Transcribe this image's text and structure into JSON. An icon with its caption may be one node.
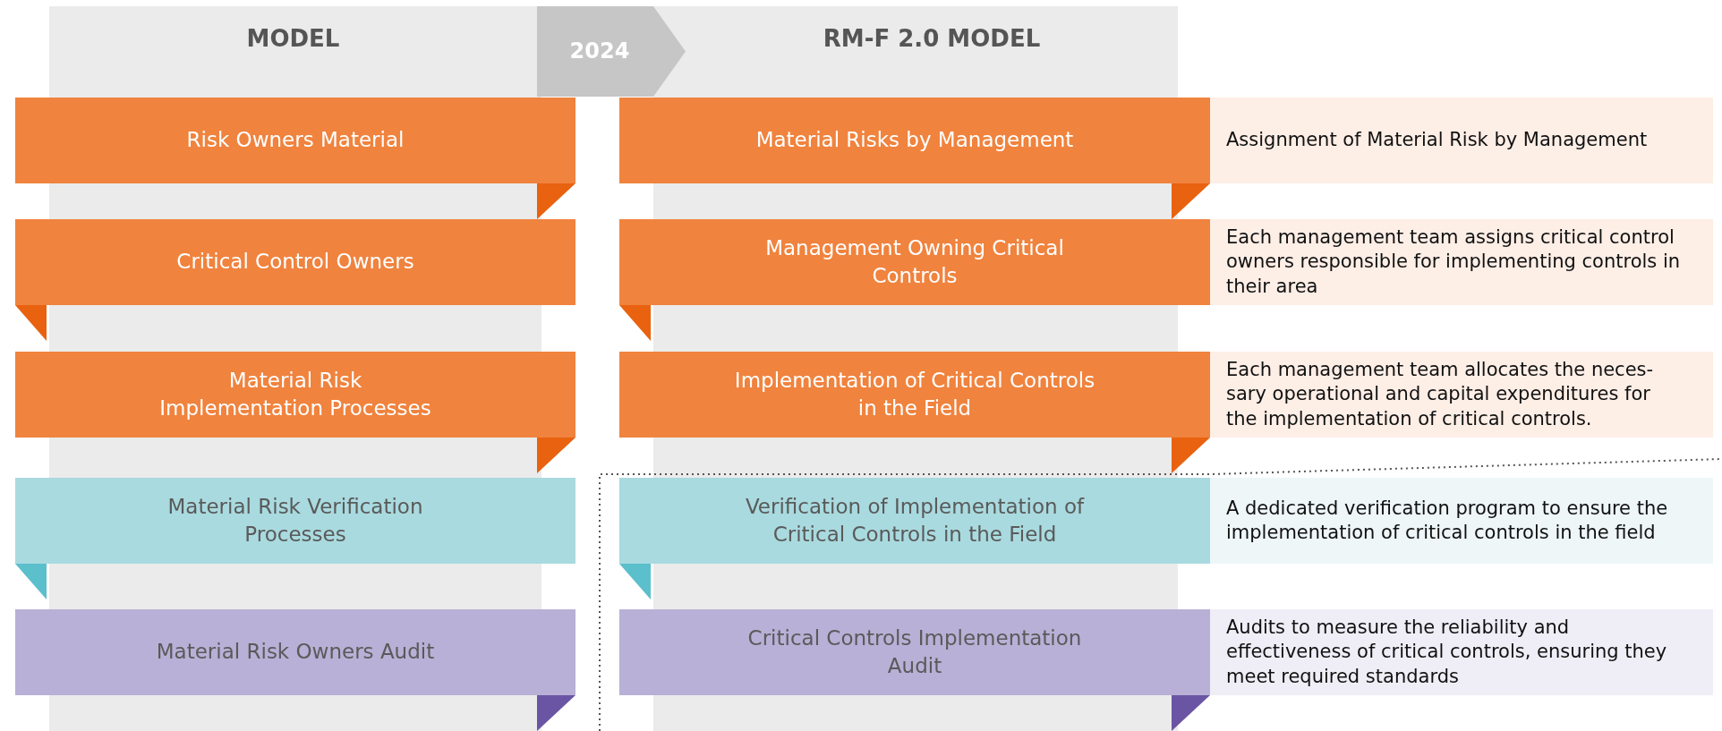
{
  "diagram": {
    "nodes": [
      {
        "text": [
          "MODEL"
        ]
      },
      {
        "text": [
          "RM-F 2.0 MODEL"
        ]
      },
      {
        "text": [
          "Risk Owners Material"
        ]
      },
      {
        "text": [
          "Material Risks by Management"
        ]
      },
      {
        "text": [
          "Assignment of Material Risk by Management"
        ]
      },
      {
        "text": [
          "Critical Control Owners"
        ]
      },
      {
        "text": [
          "Management Owning Critical Controls"
        ]
      },
      {
        "text": [
          "Each management team assigns critical control owners responsible for implementing controls in their area"
        ]
      },
      {
        "text": [
          "Material Risk Implementation Processes"
        ]
      },
      {
        "text": [
          "Implementation of Critical Controls in the Field"
        ]
      },
      {
        "text": [
          "Each management team allocates the neces-sary operational and capital expenditures for the implementation of critical controls."
        ]
      },
      {
        "text": [
          "Material Risk Verification Processes"
        ]
      },
      {
        "text": [
          "Verification of Implementation of Critical Controls in the Field"
        ]
      },
      {
        "text": [
          "A dedicated verification program to ensure the implementation of critical controls in the field"
        ]
      },
      {
        "text": [
          "Material Risk Owners Audit"
        ]
      },
      {
        "text": [
          "Critical Controls Implementation Audit"
        ]
      },
      {
        "text": [
          "Audits to measure the reliability and effectiveness of critical controls, ensuring they meet required standards"
        ]
      }
    ],
    "edges": [
      {
        "from": 0,
        "to": 1,
        "arrow": "to",
        "label": "2024"
      }
    ]
  }
}
